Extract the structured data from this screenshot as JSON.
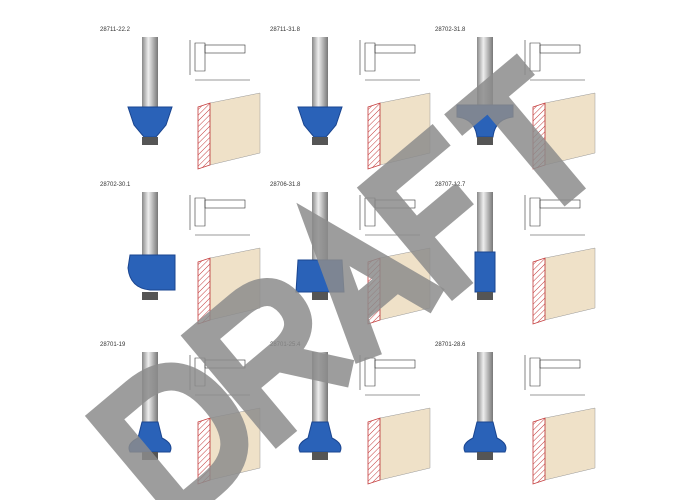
{
  "products": [
    {
      "label": "28711-22.2",
      "type": "chamfer"
    },
    {
      "label": "28711-31.8",
      "type": "chamfer"
    },
    {
      "label": "28702-31.8",
      "type": "cove"
    },
    {
      "label": "28702-30.1",
      "type": "roundover"
    },
    {
      "label": "28706-31.8",
      "type": "slot"
    },
    {
      "label": "28707-12.7",
      "type": "straight"
    },
    {
      "label": "28701-19",
      "type": "ogee"
    },
    {
      "label": "28701-25.4",
      "type": "ogee"
    },
    {
      "label": "28701-28.6",
      "type": "ogee"
    }
  ],
  "watermark": "DRAFT",
  "colors": {
    "bit": "#2a62b8",
    "shank": "#b0b0b0",
    "wood": "#efe1c8",
    "hatch": "#c43a3a",
    "watermark": "#9a9a9a"
  }
}
